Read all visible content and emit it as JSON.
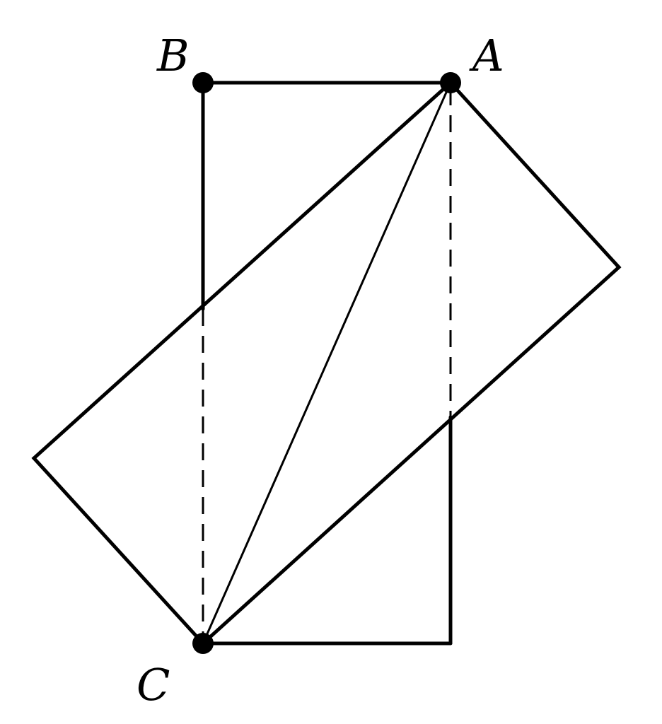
{
  "diagram": {
    "points": {
      "A": "A",
      "B": "B",
      "C": "C"
    },
    "colors": {
      "stroke": "#000000",
      "background": "#ffffff"
    }
  }
}
